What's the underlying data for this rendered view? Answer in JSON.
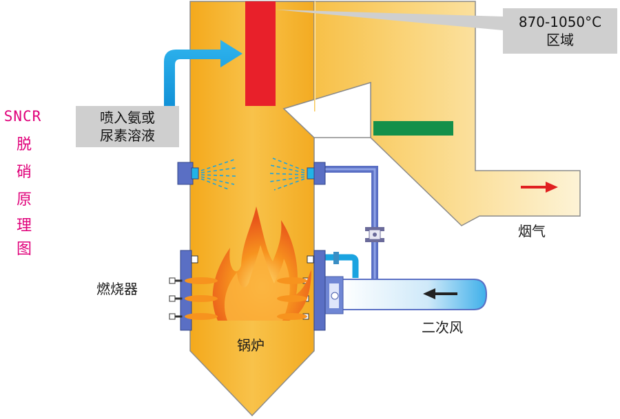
{
  "title": {
    "latin": "SNCR",
    "chars": [
      "脱",
      "硝",
      "原",
      "理",
      "图"
    ]
  },
  "callouts": {
    "temperature": {
      "line1": "870-1050°C",
      "line2": "区域"
    },
    "injection": {
      "line1": "喷入氨或",
      "line2": "尿素溶液"
    }
  },
  "labels": {
    "burner": "燃烧器",
    "boiler": "锅炉",
    "flue_gas": "烟气",
    "secondary_air": "二次风"
  },
  "colors": {
    "furnace_fill": "#f5b731",
    "duct_fill": "#fbe6a8",
    "reaction_zone": "#e8202a",
    "heat_exchanger": "#14904a",
    "pipe": "#5a6fc4",
    "injection_arrow": "#1aa3e0",
    "flue_arrow": "#e02020",
    "title": "#e0007a"
  }
}
